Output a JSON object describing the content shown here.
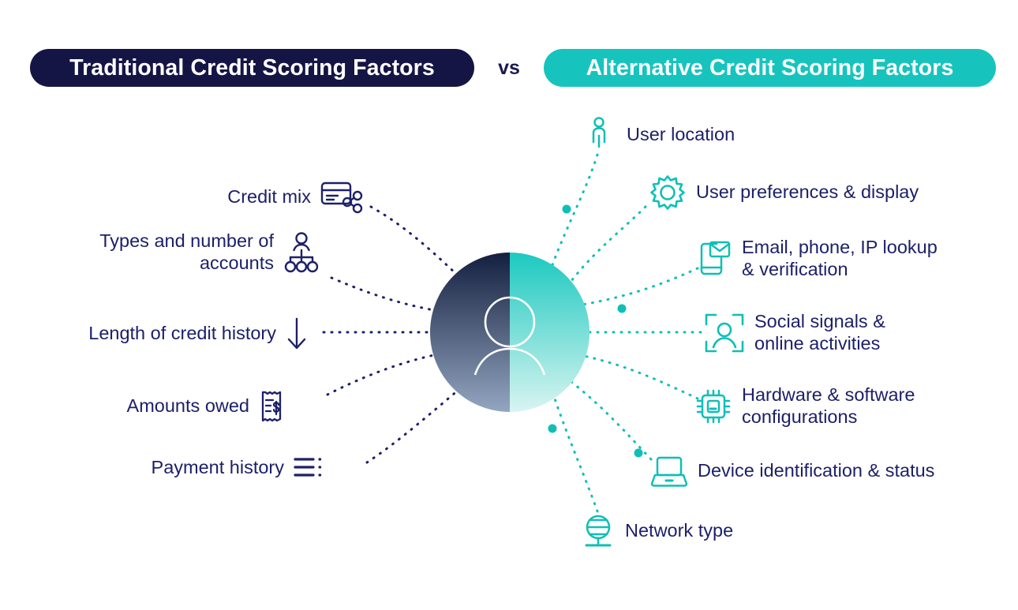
{
  "header": {
    "left_pill_label": "Traditional Credit Scoring Factors",
    "versus_label": "vs",
    "right_pill_label": "Alternative Credit Scoring Factors",
    "left_pill_color": "#151545",
    "right_pill_color": "#16c4bd",
    "pill_text_color": "#ffffff",
    "versus_color": "#1a1a52"
  },
  "center": {
    "avatar_icon": "user-avatar-icon",
    "left_gradient_top": "#141f3f",
    "left_gradient_bottom": "#93a6c0",
    "right_gradient_top": "#1cc9c0",
    "right_gradient_bottom": "#d9f4f1",
    "outline_color": "#ffffff"
  },
  "traditional": {
    "label_color": "#1d2069",
    "icon_color": "#1d2069",
    "connector_color": "#1d2069",
    "items": [
      {
        "label": "Credit mix",
        "icon": "credit-card-share-icon"
      },
      {
        "label": "Types and number of\naccounts",
        "icon": "org-chart-hierarchy-icon"
      },
      {
        "label": "Length of credit history",
        "icon": "down-arrow-icon"
      },
      {
        "label": "Amounts owed",
        "icon": "receipt-dollar-icon"
      },
      {
        "label": "Payment history",
        "icon": "list-lines-icon"
      }
    ]
  },
  "alternative": {
    "label_color": "#1d2069",
    "icon_color": "#0fbfb6",
    "connector_color": "#0fbfb6",
    "items": [
      {
        "label": "User location",
        "icon": "location-pin-person-icon"
      },
      {
        "label": "User preferences & display",
        "icon": "gear-icon"
      },
      {
        "label": "Email, phone, IP lookup\n& verification",
        "icon": "phone-envelope-icon"
      },
      {
        "label": "Social signals &\nonline activities",
        "icon": "person-scan-frame-icon"
      },
      {
        "label": "Hardware & software\nconfigurations",
        "icon": "cpu-chip-icon"
      },
      {
        "label": "Device identification & status",
        "icon": "laptop-icon"
      },
      {
        "label": "Network type",
        "icon": "globe-stand-icon"
      }
    ]
  }
}
